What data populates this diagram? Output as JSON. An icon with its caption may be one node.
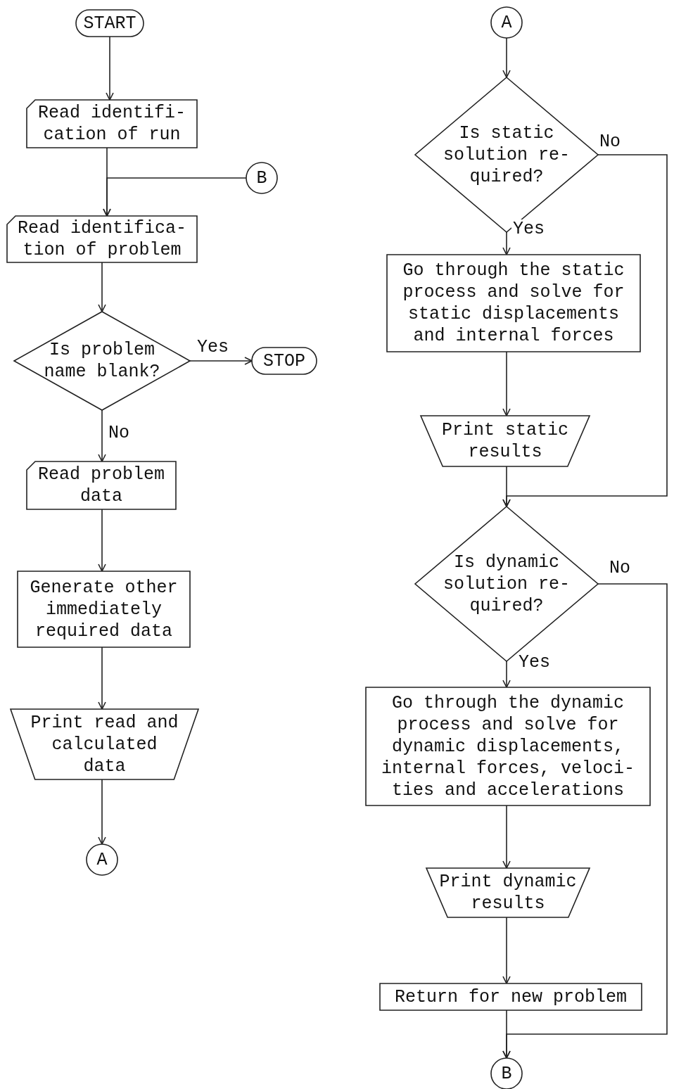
{
  "diagram": {
    "nodes": [
      {
        "text": [
          "START"
        ]
      },
      {
        "text": [
          "Read identifi- cation of run"
        ]
      },
      {
        "text": [
          "B"
        ]
      },
      {
        "text": [
          "Read identifica- tion of problem"
        ]
      },
      {
        "text": [
          "Is problem name blank?"
        ]
      },
      {
        "text": [
          "STOP"
        ]
      },
      {
        "text": [
          "Read problem data"
        ]
      },
      {
        "text": [
          "Generate other immediately required data"
        ]
      },
      {
        "text": [
          "Print read and calculated data"
        ]
      },
      {
        "text": [
          "A"
        ]
      },
      {
        "text": [
          "A"
        ]
      },
      {
        "text": [
          "Is static solution re- quired?"
        ]
      },
      {
        "text": [
          "Go through the static process and solve for static displacements and internal forces"
        ]
      },
      {
        "text": [
          "Print static results"
        ]
      },
      {
        "text": [
          "Is dynamic solution re- quired?"
        ]
      },
      {
        "text": [
          "Go through the dynamic process and solve for dynamic displacements, internal forces, veloci- ties and accelerations"
        ]
      },
      {
        "text": [
          "Print dynamic results"
        ]
      },
      {
        "text": [
          "Return for new problem"
        ]
      },
      {
        "text": [
          "B"
        ]
      }
    ],
    "edges": [
      {
        "from": 0,
        "to": 1,
        "arrow": "to"
      },
      {
        "from": 1,
        "to": 3,
        "arrow": "to"
      },
      {
        "from": 2,
        "to": 3,
        "arrow": "to"
      },
      {
        "from": 3,
        "to": 4,
        "arrow": "to"
      },
      {
        "from": 4,
        "to": 5,
        "arrow": "to",
        "label": "Yes"
      },
      {
        "from": 4,
        "to": 6,
        "arrow": "to",
        "label": "No"
      },
      {
        "from": 6,
        "to": 7,
        "arrow": "to"
      },
      {
        "from": 7,
        "to": 8,
        "arrow": "to"
      },
      {
        "from": 8,
        "to": 9,
        "arrow": "to"
      },
      {
        "from": 10,
        "to": 11,
        "arrow": "to"
      },
      {
        "from": 11,
        "to": 12,
        "arrow": "to",
        "label": "Yes"
      },
      {
        "from": 11,
        "to": 14,
        "arrow": "to",
        "label": "No"
      },
      {
        "from": 12,
        "to": 13,
        "arrow": "to"
      },
      {
        "from": 13,
        "to": 14,
        "arrow": "to"
      },
      {
        "from": 14,
        "to": 15,
        "arrow": "to",
        "label": "Yes"
      },
      {
        "from": 14,
        "to": 18,
        "arrow": "to",
        "label": "No"
      },
      {
        "from": 15,
        "to": 16,
        "arrow": "to"
      },
      {
        "from": 16,
        "to": 17,
        "arrow": "to"
      },
      {
        "from": 17,
        "to": 18,
        "arrow": "to"
      }
    ]
  }
}
